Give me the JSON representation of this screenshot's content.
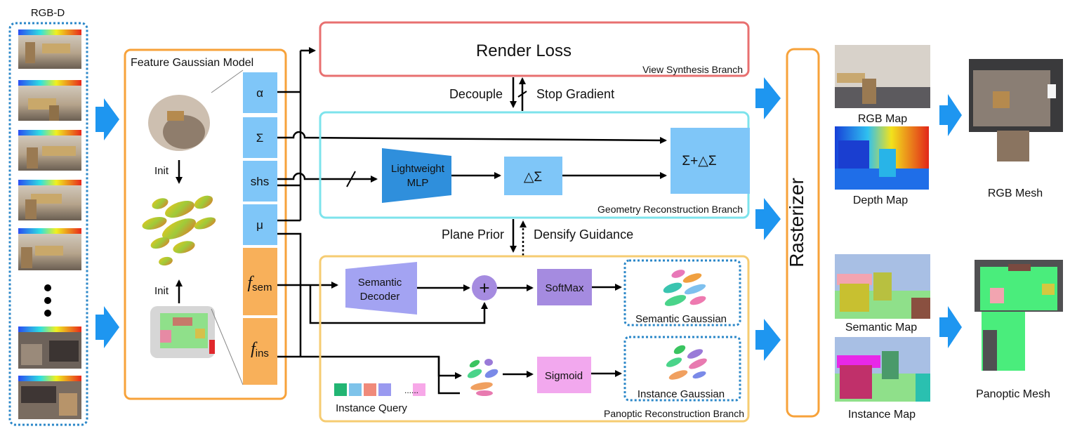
{
  "input": {
    "title": "RGB-D"
  },
  "feature_model": {
    "title": "Feature Gaussian Model",
    "init_top": "Init",
    "init_bottom": "Init",
    "attributes": [
      "α",
      "Σ",
      "shs",
      "μ"
    ],
    "feature_sem": {
      "main": "f",
      "sub": "sem"
    },
    "feature_ins": {
      "main": "f",
      "sub": "ins"
    }
  },
  "view_branch": {
    "main_label": "Render Loss",
    "branch_label": "View Synthesis Branch"
  },
  "between_top": {
    "left": "Decouple",
    "right": "Stop Gradient"
  },
  "geometry_branch": {
    "mlp_label": [
      "Lightweight",
      "MLP"
    ],
    "delta_label": "△Σ",
    "sum_label": "Σ+△Σ",
    "branch_label": "Geometry Reconstruction Branch"
  },
  "between_bottom": {
    "left": "Plane Prior",
    "right": "Densify Guidance"
  },
  "panoptic_branch": {
    "decoder_label": [
      "Semantic",
      "Decoder"
    ],
    "plus_label": "+",
    "softmax_label": "SoftMax",
    "sigmoid_label": "Sigmoid",
    "semantic_gaussian": "Semantic Gaussian",
    "instance_gaussian": "Instance Gaussian",
    "instance_query": "Instance Query",
    "branch_label": "Panoptic Reconstruction  Branch",
    "query_colors": [
      "#22b573",
      "#7ec3ea",
      "#f08a7a",
      "#9a9af0",
      "#f7a8e8"
    ]
  },
  "rasterizer": {
    "label": "Rasterizer"
  },
  "outputs": {
    "rgb_map": "RGB Map",
    "depth_map": "Depth Map",
    "semantic_map": "Semantic Map",
    "instance_map": "Instance Map",
    "rgb_mesh": "RGB Mesh",
    "panoptic_mesh": "Panoptic Mesh"
  },
  "colors": {
    "orange": "#f7a23a",
    "render_red": "#e87070",
    "cyan": "#7de3ec",
    "panoptic_yellow": "#f6cc72",
    "light_blue": "#7fc6f8",
    "feature_orange": "#f8b05a",
    "decoder_purple": "#a3a3f2",
    "softmax_purple": "#a58be0",
    "arrow_blue": "#1e96f0",
    "dotted_blue": "#2b87c8"
  }
}
